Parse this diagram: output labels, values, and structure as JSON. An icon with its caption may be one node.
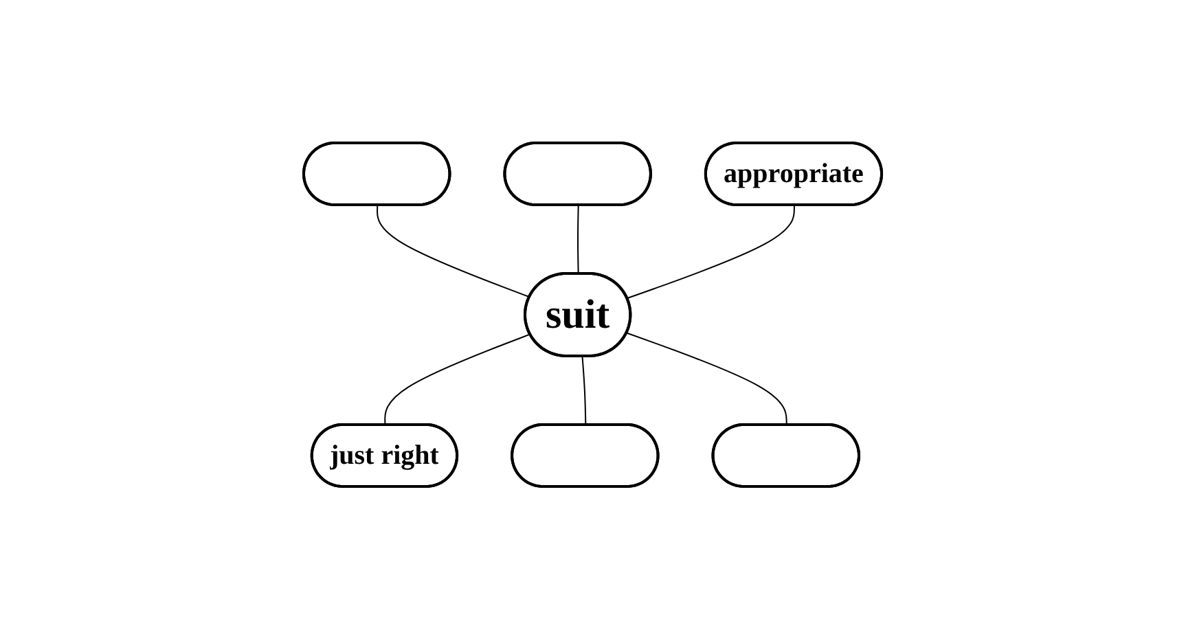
{
  "diagram": {
    "nodes": [
      {
        "text": [],
        "shape": "ellipse"
      },
      {
        "text": [],
        "shape": "ellipse"
      },
      {
        "text": [
          "appropriate"
        ]
      },
      {
        "text": [
          "suit"
        ]
      },
      {
        "text": [
          "just right"
        ]
      },
      {
        "text": [],
        "shape": "ellipse"
      },
      {
        "text": [],
        "shape": "ellipse"
      }
    ],
    "edges": [
      {
        "from": 0,
        "to": 3,
        "arrow": "none"
      },
      {
        "from": 1,
        "to": 3,
        "arrow": "none"
      },
      {
        "from": 2,
        "to": 3,
        "arrow": "none"
      },
      {
        "from": 3,
        "to": 4,
        "arrow": "none"
      },
      {
        "from": 3,
        "to": 5,
        "arrow": "none"
      },
      {
        "from": 3,
        "to": 6,
        "arrow": "none"
      }
    ]
  }
}
